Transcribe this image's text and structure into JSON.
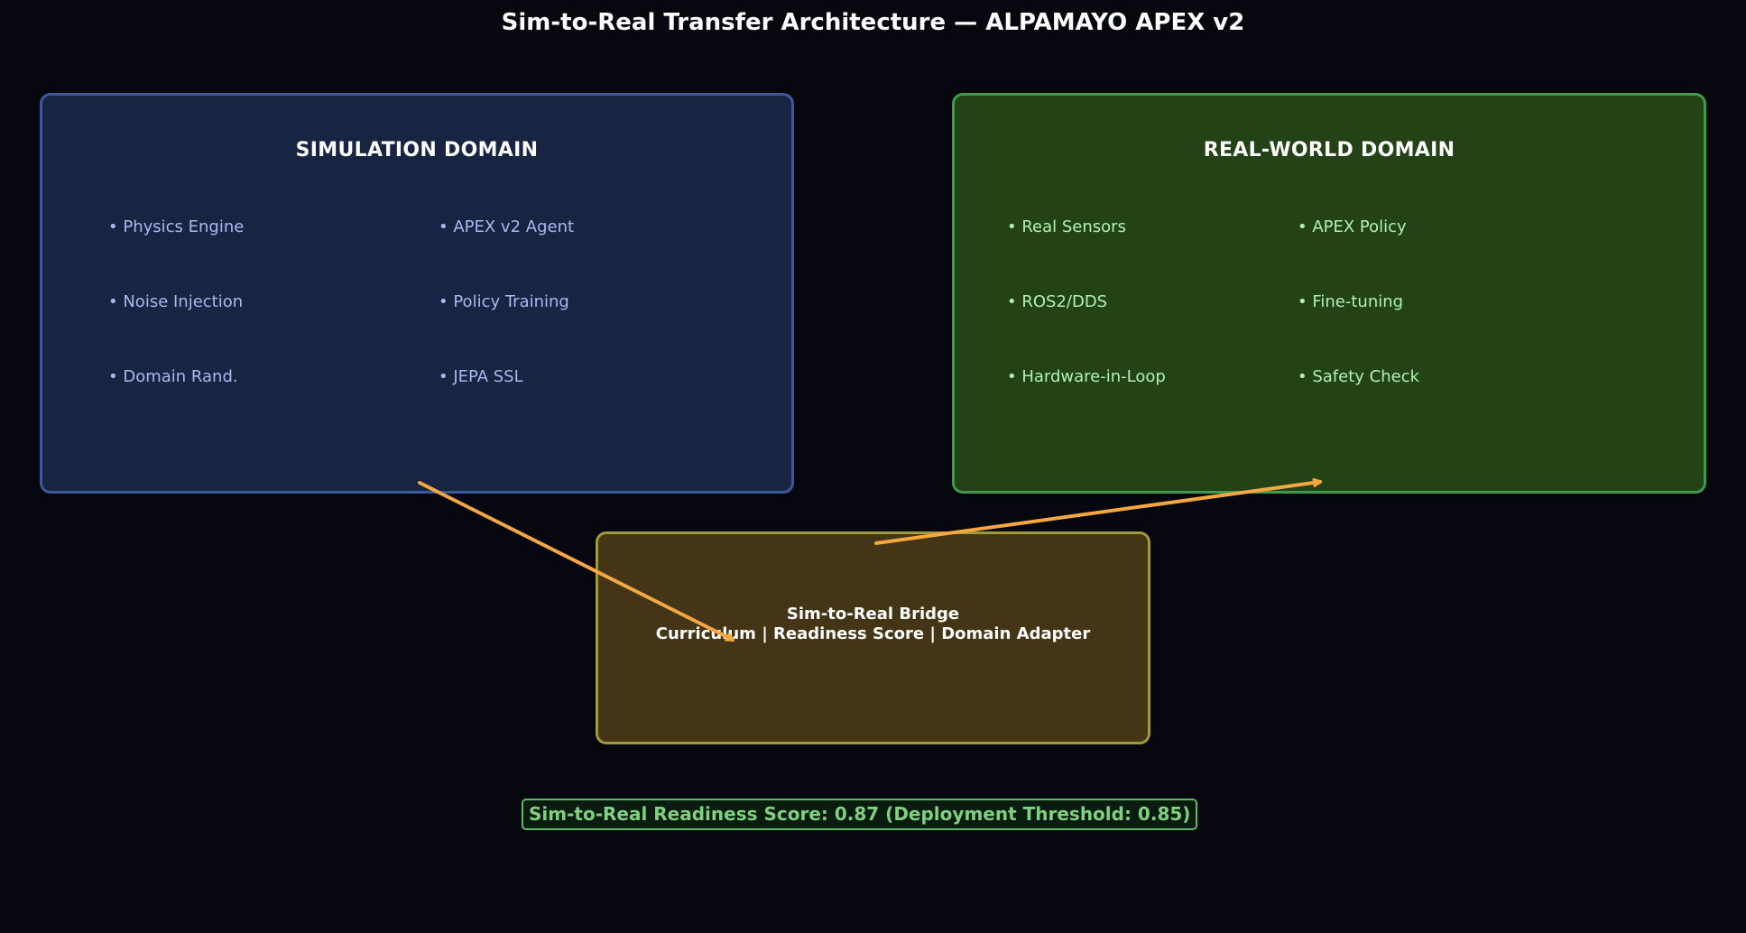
{
  "title": "Sim-to-Real Transfer Architecture — ALPAMAYO APEX v2",
  "simulation": {
    "heading": "SIMULATION DOMAIN",
    "items": [
      "• Physics Engine",
      "• Noise Injection",
      "• Domain Rand.",
      "• APEX v2 Agent",
      "• Policy Training",
      "• JEPA SSL"
    ]
  },
  "real_world": {
    "heading": "REAL-WORLD DOMAIN",
    "items": [
      "• Real Sensors",
      "• ROS2/DDS",
      "• Hardware-in-Loop",
      "• APEX Policy",
      "• Fine-tuning",
      "• Safety Check"
    ]
  },
  "bridge": {
    "title": "Sim-to-Real Bridge",
    "subtitle": "Curriculum | Readiness Score | Domain Adapter"
  },
  "readiness": {
    "text": "Sim-to-Real Readiness Score: 0.87 (Deployment Threshold: 0.85)"
  },
  "colors": {
    "background": "#06070f",
    "simulation_fill": "#172543",
    "simulation_border": "#3c5a9a",
    "real_fill": "#234216",
    "real_border": "#3f9a4e",
    "bridge_fill": "#433516",
    "bridge_border": "#a09a3c",
    "arrow": "#f5a742",
    "score_text": "#7fd17f"
  }
}
